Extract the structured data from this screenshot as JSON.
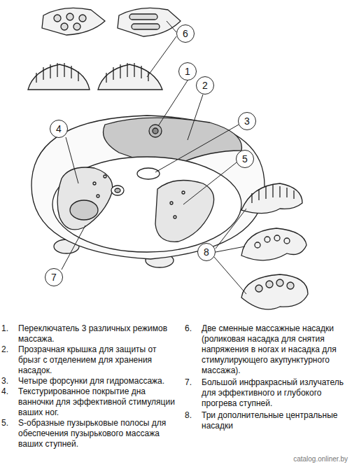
{
  "diagram": {
    "nodes": [
      {
        "text": [
          "6"
        ]
      },
      {
        "text": [
          "1"
        ]
      },
      {
        "text": [
          "2"
        ]
      },
      {
        "text": [
          "3"
        ]
      },
      {
        "text": [
          "4"
        ]
      },
      {
        "text": [
          "5"
        ]
      },
      {
        "text": [
          "8"
        ]
      },
      {
        "text": [
          "7"
        ]
      }
    ],
    "labels": [
      "1.",
      "Переключатель 3 различных режимов массажа.",
      "2.",
      "Прозрачная крышка для защиты от брызг с отделением для хранения насадок.",
      "3.",
      "Четыре форсунки для гидромассажа.",
      "4.",
      "Текстурированное покрытие дна ванночки для эффективной стимуляции ваших ног.",
      "5.",
      "S-образные пузырьковые полосы для обеспечения пузырькового массажа ваших ступней.",
      "6.",
      "Две сменные массажные насадки (роликовая насадка для снятия напряжения в ногах и насадка для стимулирующего акупунктурного массажа).",
      "7.",
      "Большой инфракрасный излучатель для эффективного и глубокого прогрева ступней.",
      "8.",
      "Три дополнительные центральные насадки",
      "catalog.onliner.by"
    ]
  }
}
